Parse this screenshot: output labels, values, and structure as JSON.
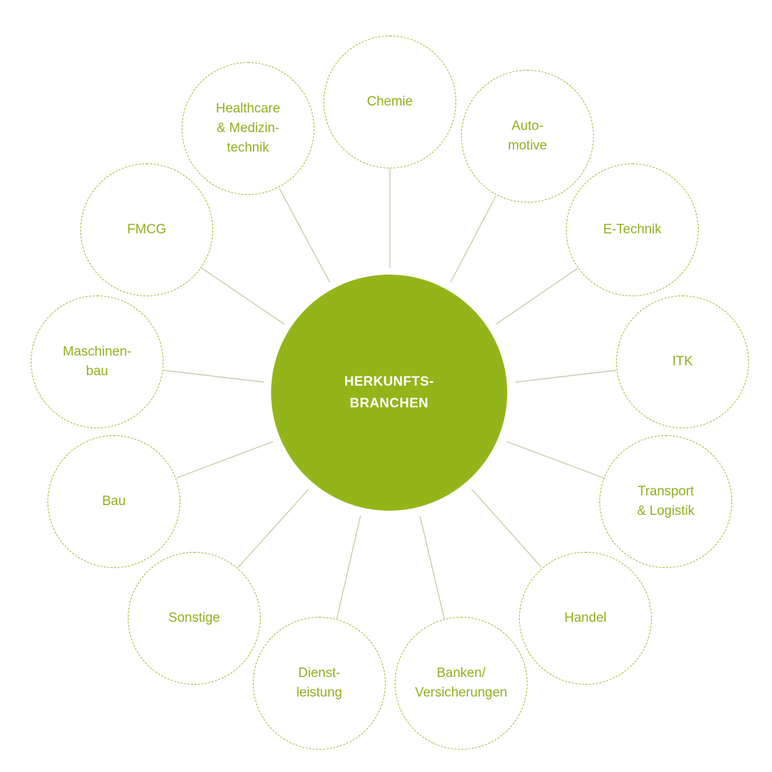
{
  "colors": {
    "accent": "#94b51a",
    "line": "#b8c99a",
    "center_text": "#ffffff",
    "node_text": "#8fb01d"
  },
  "diagram": {
    "center": {
      "label": "HERKUNFTS-\nBRANCHEN"
    },
    "nodes": [
      {
        "id": "chemie",
        "label": "Chemie"
      },
      {
        "id": "automotive",
        "label": "Auto-\nmotive"
      },
      {
        "id": "e-technik",
        "label": "E-Technik"
      },
      {
        "id": "itk",
        "label": "ITK"
      },
      {
        "id": "transport",
        "label": "Transport\n& Logistik"
      },
      {
        "id": "handel",
        "label": "Handel"
      },
      {
        "id": "banken",
        "label": "Banken/\nVersicherungen"
      },
      {
        "id": "dienstleistung",
        "label": "Dienst-\nleistung"
      },
      {
        "id": "sonstige",
        "label": "Sonstige"
      },
      {
        "id": "bau",
        "label": "Bau"
      },
      {
        "id": "maschinenbau",
        "label": "Maschinen-\nbau"
      },
      {
        "id": "fmcg",
        "label": "FMCG"
      },
      {
        "id": "healthcare",
        "label": "Healthcare\n& Medizin-\ntechnik"
      }
    ]
  }
}
